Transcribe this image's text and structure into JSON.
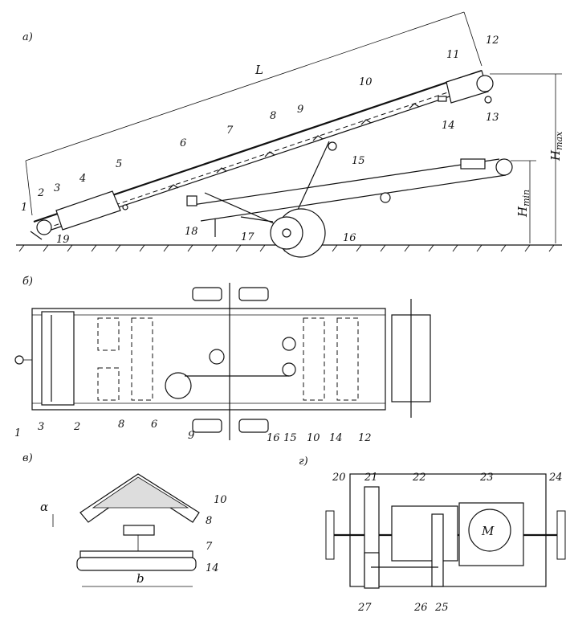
{
  "sections": {
    "a": "а)",
    "b": "б)",
    "v": "в)",
    "g": "г)"
  },
  "dims": {
    "L": "L",
    "H_max_base": "H",
    "H_max_sub": "max",
    "H_min_base": "H",
    "H_min_sub": "min",
    "alpha": "α",
    "b": "b"
  },
  "motor": "M",
  "a_labels": {
    "n1": "1",
    "n2": "2",
    "n3": "3",
    "n4": "4",
    "n5": "5",
    "n6": "6",
    "n7": "7",
    "n8": "8",
    "n9": "9",
    "n10": "10",
    "n11": "11",
    "n12": "12",
    "n13": "13",
    "n14": "14",
    "n15": "15",
    "n16": "16",
    "n17": "17",
    "n18": "18",
    "n19": "19"
  },
  "b_labels": {
    "n1": "1",
    "n3": "3",
    "n2": "2",
    "n8": "8",
    "n6": "6",
    "n9": "9",
    "n16": "16",
    "n15": "15",
    "n10": "10",
    "n14": "14",
    "n12": "12"
  },
  "v_labels": {
    "n10": "10",
    "n8": "8",
    "n7": "7",
    "n14": "14"
  },
  "g_labels": {
    "n20": "20",
    "n21": "21",
    "n22": "22",
    "n23": "23",
    "n24": "24",
    "n27": "27",
    "n26": "26",
    "n25": "25"
  },
  "colors": {
    "ink": "#111111",
    "paper": "#ffffff"
  }
}
